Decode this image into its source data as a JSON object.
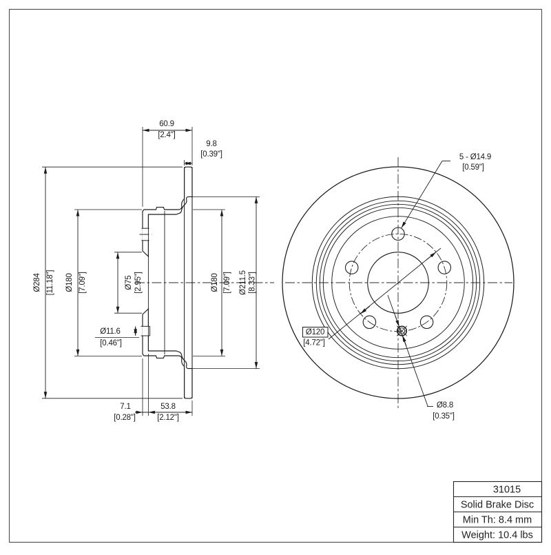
{
  "title_block": {
    "part_number": "31015",
    "product_name": "Solid Brake Disc",
    "min_thickness": "Min Th: 8.4 mm",
    "weight": "Weight: 10.4 lbs"
  },
  "section_view": {
    "overall_width_mm": "60.9",
    "overall_width_in": "[2.4\"]",
    "disc_thickness_mm": "9.8",
    "disc_thickness_in": "[0.39\"]",
    "outer_diameter_mm": "Ø284",
    "outer_diameter_in": "[11.18\"]",
    "hat_diameter_left_mm": "Ø180",
    "hat_diameter_left_in": "[7.09\"]",
    "center_bore_mm": "Ø75",
    "center_bore_in": "[2.95\"]",
    "small_hole_mm": "Ø11.6",
    "small_hole_in": "[0.46\"]",
    "hat_diameter_right_mm": "Ø180",
    "hat_diameter_right_in": "[7.09\"]",
    "friction_inner_diameter_mm": "Ø211.5",
    "friction_inner_diameter_in": "[8.33\"]",
    "flange_thickness_mm": "7.1",
    "flange_thickness_in": "[0.28\"]",
    "hat_depth_mm": "53.8",
    "hat_depth_in": "[2.12\"]"
  },
  "front_view": {
    "bolt_holes_mm": "5 - Ø14.9",
    "bolt_holes_in": "[0.59\"]",
    "bolt_circle_mm": "Ø120",
    "bolt_circle_in": "[4.72\"]",
    "set_screw_mm": "Ø8.8",
    "set_screw_in": "[0.35\"]"
  },
  "colors": {
    "line": "#1b1b1b",
    "background": "#ffffff"
  }
}
